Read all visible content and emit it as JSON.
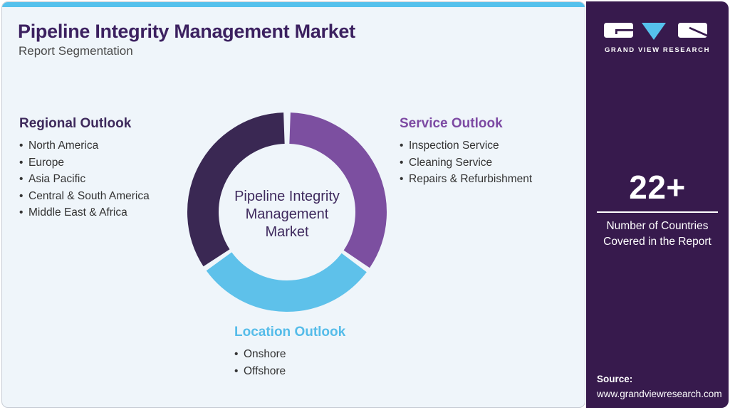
{
  "header": {
    "title": "Pipeline Integrity Management Market",
    "subtitle": "Report Segmentation"
  },
  "ui": {
    "bullet": "•"
  },
  "sections": {
    "regional": {
      "heading": "Regional Outlook",
      "heading_color": "#3e2a5c",
      "items": [
        "North America",
        "Europe",
        "Asia Pacific",
        "Central & South America",
        "Middle East & Africa"
      ]
    },
    "service": {
      "heading": "Service Outlook",
      "heading_color": "#7d4aa3",
      "items": [
        "Inspection Service",
        "Cleaning Service",
        "Repairs & Refurbishment"
      ]
    },
    "location": {
      "heading": "Location Outlook",
      "heading_color": "#55bce9",
      "items": [
        "Onshore",
        "Offshore"
      ]
    }
  },
  "chart_data": {
    "type": "pie",
    "title": "Report segmentation donut",
    "center_label_lines": [
      "Pipeline Integrity",
      "Management",
      "Market"
    ],
    "ring": {
      "outer_radius": 140,
      "inner_radius": 96
    },
    "legend_position": "around",
    "segments": [
      {
        "label": "Service Outlook",
        "color": "#7c4fa0",
        "start_deg": 2,
        "end_deg": 124,
        "value_share_pct": 34
      },
      {
        "label": "Location Outlook",
        "color": "#5ec1ea",
        "start_deg": 127,
        "end_deg": 234,
        "value_share_pct": 30
      },
      {
        "label": "Regional Outlook",
        "color": "#3a2853",
        "start_deg": 237,
        "end_deg": 358,
        "value_share_pct": 36
      }
    ]
  },
  "sidebar": {
    "background_color": "#371a4d",
    "brand_name": "GRAND VIEW RESEARCH",
    "stat_value": "22+",
    "stat_description_line1": "Number of Countries",
    "stat_description_line2": "Covered in the Report",
    "source_label": "Source:",
    "source_url": "www.grandviewresearch.com"
  },
  "colors": {
    "card_background": "#eff5fa",
    "top_accent_bar": "#55c1ec",
    "title_text": "#3c2160",
    "body_text": "#333333"
  }
}
